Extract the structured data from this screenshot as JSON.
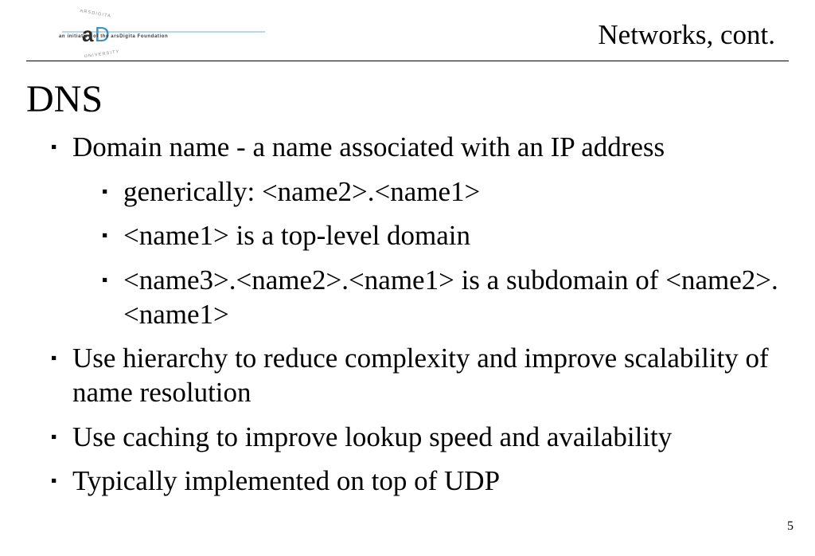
{
  "header": {
    "logo_mark": "aD",
    "logo_arc_top": "ARSDIGITA",
    "logo_arc_bottom": "UNIVERSITY",
    "logo_tagline": "an initiative of the arsDigita Foundation",
    "title": "Networks, cont."
  },
  "slide": {
    "heading": "DNS",
    "bullet_glyph": "▪",
    "bullets": [
      {
        "text": "Domain name - a name associated with an IP address"
      },
      {
        "text": "generically:  <name2>.<name1>"
      },
      {
        "text": "<name1> is a top-level domain"
      },
      {
        "text": "<name3>.<name2>.<name1> is a subdomain of <name2>.<name1>"
      },
      {
        "text": "Use hierarchy to reduce complexity and improve scalability of name resolution"
      },
      {
        "text": "Use caching to improve lookup speed and availability"
      },
      {
        "text": "Typically implemented on top of UDP"
      }
    ]
  },
  "footer": {
    "page_number": "5"
  },
  "colors": {
    "logo_blue": "#3b8fc4",
    "logo_dark": "#2b2b2b",
    "logo_grey": "#8a8a8a"
  }
}
